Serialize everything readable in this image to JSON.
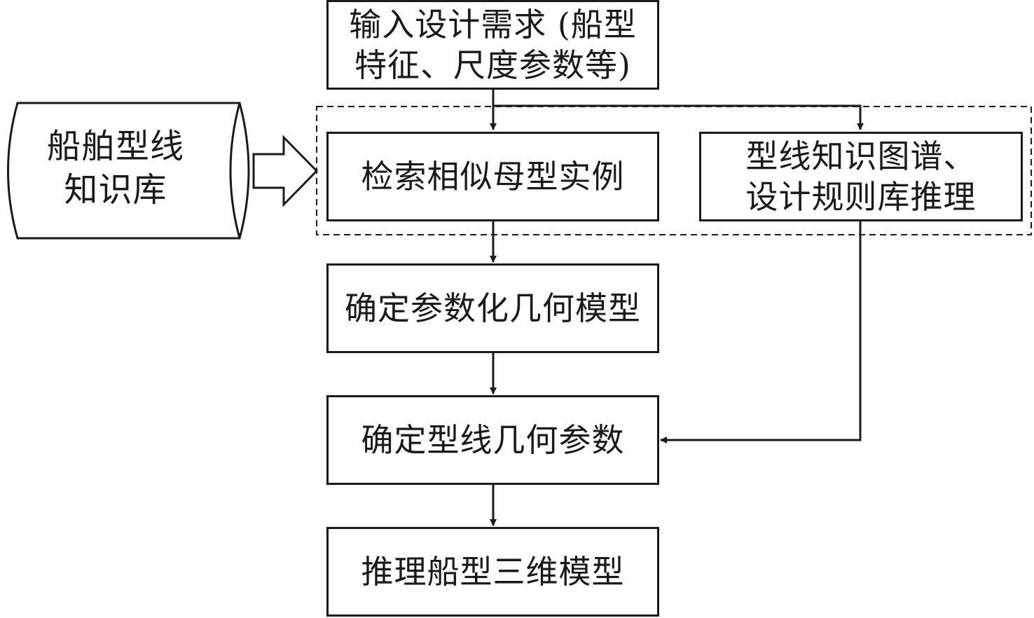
{
  "nodes": {
    "input_requirements": "输入设计需求 (船型\n特征、尺度参数等)",
    "knowledge_base": "船舶型线\n知识库",
    "retrieve_parent": "检索相似母型实例",
    "graph_reasoning": "型线知识图谱、\n设计规则库推理",
    "param_geometry": "确定参数化几何模型",
    "line_params": "确定型线几何参数",
    "infer_3d": "推理船型三维模型"
  }
}
